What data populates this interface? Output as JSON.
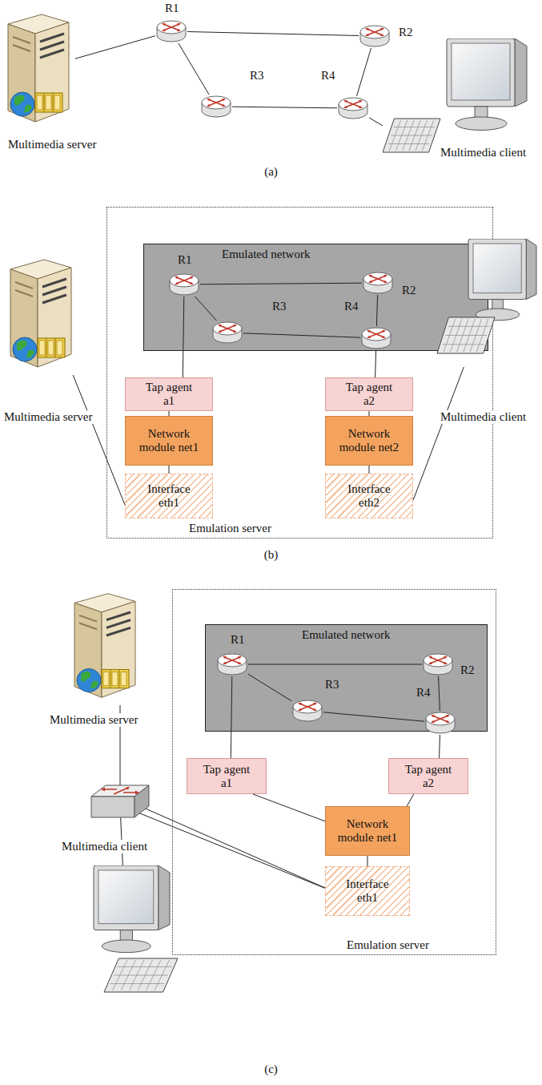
{
  "diagram": {
    "nodes": [
      {
        "text": [
          "Multimedia server"
        ]
      },
      {
        "text": [
          "R1"
        ]
      },
      {
        "text": [
          "R2"
        ]
      },
      {
        "text": [
          "R3"
        ]
      },
      {
        "text": [
          "R4"
        ]
      },
      {
        "text": [
          "Multimedia client"
        ]
      },
      {
        "text": [
          "Emulation server"
        ]
      },
      {
        "text": [
          "Emulated network"
        ],
        "in": 6
      },
      {
        "text": [
          "R1"
        ],
        "in": 7
      },
      {
        "text": [
          "R2"
        ],
        "in": 7
      },
      {
        "text": [
          "R3"
        ],
        "in": 7
      },
      {
        "text": [
          "R4"
        ],
        "in": 7
      },
      {
        "text": [
          "Tap agent a1"
        ],
        "in": 6
      },
      {
        "text": [
          "Network module net1"
        ],
        "in": 6
      },
      {
        "text": [
          "Interface eth1"
        ],
        "in": 6
      },
      {
        "text": [
          "Tap agent a2"
        ],
        "in": 6
      },
      {
        "text": [
          "Network module net2"
        ],
        "in": 6
      },
      {
        "text": [
          "Interface eth2"
        ],
        "in": 6
      },
      {
        "text": [
          "Multimedia server"
        ]
      },
      {
        "text": [
          "Multimedia client"
        ]
      },
      {
        "text": [
          "Multimedia server"
        ]
      },
      {
        "text": [
          "Multimedia client"
        ]
      },
      {
        "text": [
          "Emulation server"
        ]
      },
      {
        "text": [
          "Emulated network"
        ],
        "in": 22
      },
      {
        "text": [
          "R1"
        ],
        "in": 23
      },
      {
        "text": [
          "R2"
        ],
        "in": 23
      },
      {
        "text": [
          "R3"
        ],
        "in": 23
      },
      {
        "text": [
          "R4"
        ],
        "in": 23
      },
      {
        "text": [
          "Tap agent a1"
        ],
        "in": 22
      },
      {
        "text": [
          "Tap agent a2"
        ],
        "in": 22
      },
      {
        "text": [
          "Network module net1"
        ],
        "in": 22
      },
      {
        "text": [
          "Interface eth1"
        ],
        "in": 22
      }
    ],
    "edges": [
      {
        "from": 0,
        "to": 1,
        "arrow": "none"
      },
      {
        "from": 1,
        "to": 2,
        "arrow": "none"
      },
      {
        "from": 1,
        "to": 3,
        "arrow": "none"
      },
      {
        "from": 3,
        "to": 4,
        "arrow": "none"
      },
      {
        "from": 2,
        "to": 4,
        "arrow": "none"
      },
      {
        "from": 4,
        "to": 5,
        "arrow": "none"
      },
      {
        "from": 8,
        "to": 9,
        "arrow": "none"
      },
      {
        "from": 8,
        "to": 10,
        "arrow": "none"
      },
      {
        "from": 10,
        "to": 11,
        "arrow": "none"
      },
      {
        "from": 9,
        "to": 11,
        "arrow": "none"
      },
      {
        "from": 8,
        "to": 12,
        "arrow": "none"
      },
      {
        "from": 12,
        "to": 13,
        "arrow": "none"
      },
      {
        "from": 13,
        "to": 14,
        "arrow": "none"
      },
      {
        "from": 14,
        "to": 18,
        "arrow": "none"
      },
      {
        "from": 11,
        "to": 15,
        "arrow": "none"
      },
      {
        "from": 15,
        "to": 16,
        "arrow": "none"
      },
      {
        "from": 16,
        "to": 17,
        "arrow": "none"
      },
      {
        "from": 17,
        "to": 19,
        "arrow": "none"
      },
      {
        "from": 24,
        "to": 25,
        "arrow": "none"
      },
      {
        "from": 24,
        "to": 26,
        "arrow": "none"
      },
      {
        "from": 26,
        "to": 27,
        "arrow": "none"
      },
      {
        "from": 25,
        "to": 27,
        "arrow": "none"
      },
      {
        "from": 24,
        "to": 28,
        "arrow": "none"
      },
      {
        "from": 27,
        "to": 29,
        "arrow": "none"
      },
      {
        "from": 28,
        "to": 30,
        "arrow": "none"
      },
      {
        "from": 29,
        "to": 30,
        "arrow": "none"
      },
      {
        "from": 30,
        "to": 31,
        "arrow": "none"
      },
      {
        "from": 20,
        "to": 31,
        "arrow": "none"
      },
      {
        "from": 21,
        "to": 31,
        "arrow": "none"
      }
    ],
    "labels": [
      "(a)",
      "(b)",
      "(c)"
    ]
  }
}
